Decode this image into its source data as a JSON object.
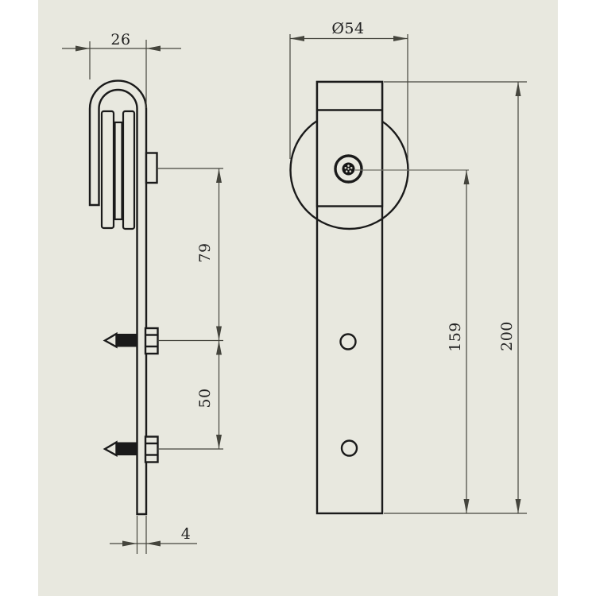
{
  "drawing": {
    "subject": "sliding-barn-door-roller-hanger",
    "views": {
      "side_view": {
        "dimensions": {
          "bracket_width": "26",
          "roller_axis_to_first_screw": "79",
          "screw_spacing": "50",
          "strap_thickness": "4"
        }
      },
      "front_view": {
        "dimensions": {
          "wheel_diameter": "Ø54",
          "axle_to_bottom": "159",
          "overall_height": "200"
        }
      }
    }
  },
  "colors": {
    "page": "#ffffff",
    "canvas": "#e8e8df",
    "line": "#1a1a1a",
    "dim": "#45453d",
    "dim_light": "#6e6e66",
    "text": "#222222"
  }
}
